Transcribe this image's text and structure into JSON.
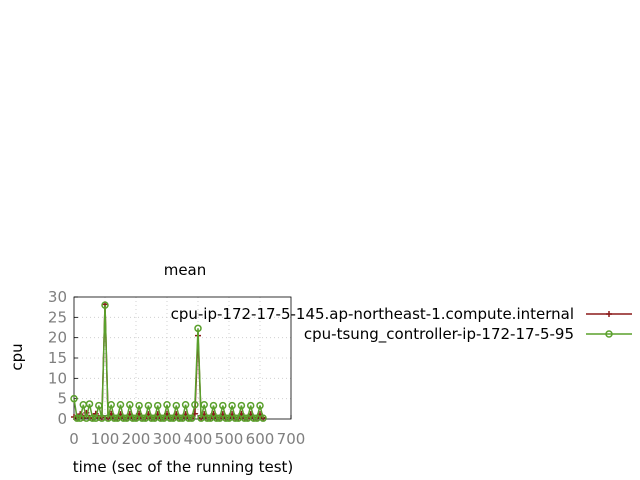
{
  "chart_data": {
    "type": "line",
    "title": "mean",
    "xlabel": "time (sec of the running test)",
    "ylabel": "cpu",
    "xlim": [
      0,
      700
    ],
    "ylim": [
      0,
      30
    ],
    "xticks": [
      0,
      100,
      200,
      300,
      400,
      500,
      600,
      700
    ],
    "yticks": [
      0,
      5,
      10,
      15,
      20,
      25,
      30
    ],
    "grid": true,
    "legend": "right",
    "series": [
      {
        "name": "cpu-ip-172-17-5-145.ap-northeast-1.compute.internal",
        "color": "#8b1a1a",
        "marker": "plus",
        "x": [
          0,
          10,
          20,
          30,
          40,
          50,
          60,
          70,
          80,
          90,
          100,
          110,
          120,
          130,
          140,
          150,
          160,
          170,
          180,
          190,
          200,
          210,
          220,
          230,
          240,
          250,
          260,
          270,
          280,
          290,
          300,
          310,
          320,
          330,
          340,
          350,
          360,
          370,
          380,
          390,
          400,
          410,
          420,
          430,
          440,
          450,
          460,
          470,
          480,
          490,
          500,
          510,
          520,
          530,
          540,
          550,
          560,
          570,
          580,
          590,
          600,
          610
        ],
        "y": [
          0.5,
          0.3,
          1.2,
          0.3,
          1.5,
          0.3,
          0.2,
          1.3,
          0.3,
          0.4,
          28.2,
          0.3,
          1.3,
          0.3,
          0.2,
          1.2,
          0.3,
          0.3,
          1.2,
          0.3,
          0.2,
          1.3,
          0.3,
          0.2,
          1.2,
          0.3,
          0.3,
          1.2,
          0.3,
          0.2,
          1.3,
          0.3,
          0.2,
          1.2,
          0.3,
          0.3,
          1.2,
          0.3,
          0.2,
          1.3,
          20.5,
          0.3,
          1.2,
          0.3,
          0.2,
          1.3,
          0.3,
          0.2,
          1.2,
          0.3,
          0.3,
          1.2,
          0.3,
          0.2,
          1.3,
          0.3,
          0.2,
          1.2,
          0.3,
          0.3,
          1.2,
          0.3
        ]
      },
      {
        "name": "cpu-tsung_controller-ip-172-17-5-95",
        "color": "#5aa02c",
        "marker": "circle",
        "x": [
          0,
          10,
          20,
          30,
          40,
          50,
          60,
          70,
          80,
          90,
          100,
          110,
          120,
          130,
          140,
          150,
          160,
          170,
          180,
          190,
          200,
          210,
          220,
          230,
          240,
          250,
          260,
          270,
          280,
          290,
          300,
          310,
          320,
          330,
          340,
          350,
          360,
          370,
          380,
          390,
          400,
          410,
          420,
          430,
          440,
          450,
          460,
          470,
          480,
          490,
          500,
          510,
          520,
          530,
          540,
          550,
          560,
          570,
          580,
          590,
          600,
          610
        ],
        "y": [
          5.0,
          0.2,
          0.2,
          3.5,
          0.2,
          3.7,
          0.2,
          0.2,
          3.3,
          0.2,
          28.0,
          0.2,
          3.5,
          0.2,
          0.2,
          3.5,
          0.2,
          0.2,
          3.5,
          0.2,
          0.2,
          3.3,
          0.2,
          0.2,
          3.3,
          0.2,
          0.2,
          3.3,
          0.2,
          0.2,
          3.5,
          0.2,
          0.2,
          3.3,
          0.2,
          0.2,
          3.5,
          0.2,
          0.2,
          3.5,
          22.3,
          0.2,
          3.5,
          0.2,
          0.2,
          3.3,
          0.2,
          0.2,
          3.3,
          0.2,
          0.2,
          3.3,
          0.2,
          0.2,
          3.3,
          0.2,
          0.2,
          3.3,
          0.2,
          0.2,
          3.3,
          0.2
        ]
      }
    ]
  }
}
